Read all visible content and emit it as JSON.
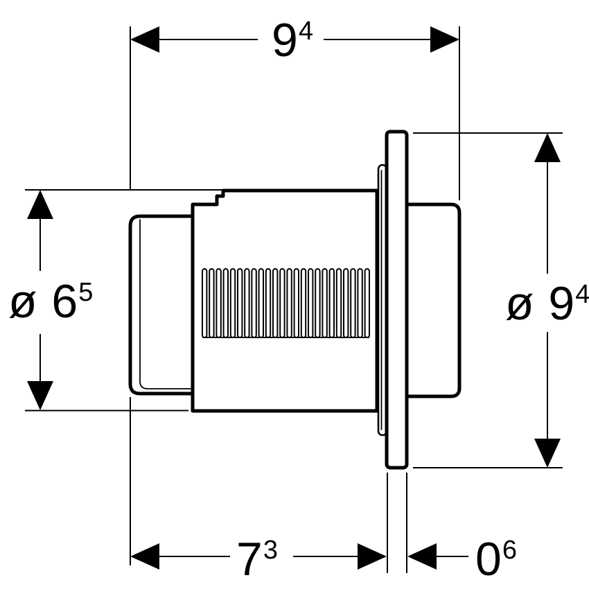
{
  "drawing": {
    "type": "technical-dimension-drawing",
    "background_color": "#ffffff",
    "line_color": "#000000",
    "dimensions": {
      "top_width": {
        "text": "9",
        "sup": "4"
      },
      "left_diameter": {
        "text": "ø 6",
        "sup": "5"
      },
      "right_diameter": {
        "text": "ø 9",
        "sup": "4"
      },
      "bottom_depth": {
        "text": "7",
        "sup": "3"
      },
      "bottom_flange_thickness": {
        "text": "0",
        "sup": "6"
      }
    },
    "ribs": {
      "count": 24
    }
  }
}
